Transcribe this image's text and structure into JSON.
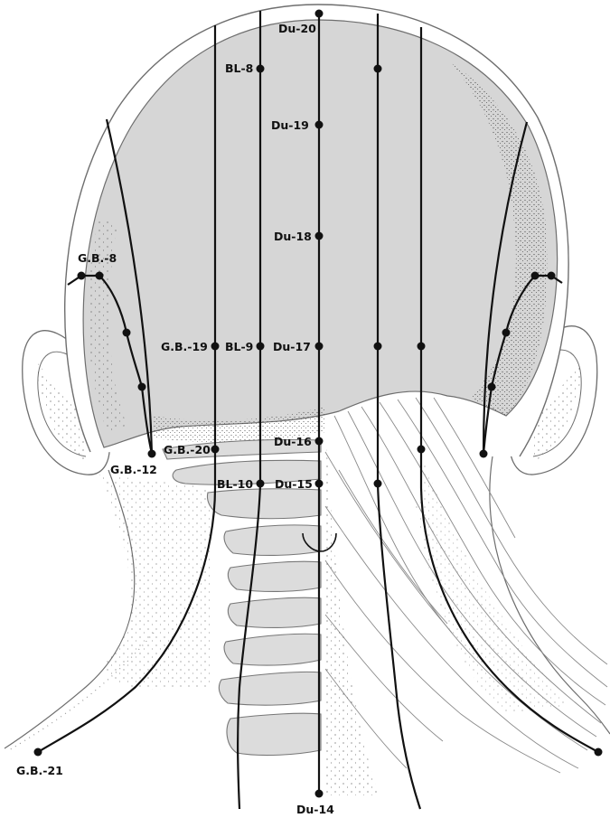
{
  "colors": {
    "skull_fill": "#d6d6d6",
    "outline": "#6e6e6e",
    "meridian": "#111111",
    "point": "#111111",
    "label": "#111111",
    "vertebra_fill": "#dcdcdc",
    "background": "#ffffff"
  },
  "points": {
    "du20": "Du-20",
    "bl8": "BL-8",
    "du19": "Du-19",
    "du18": "Du-18",
    "gb8": "G.B.-8",
    "gb19": "G.B.-19",
    "bl9": "BL-9",
    "du17": "Du-17",
    "du16": "Du-16",
    "gb20": "G.B.-20",
    "gb12": "G.B.-12",
    "bl10": "BL-10",
    "du15": "Du-15",
    "gb21": "G.B.-21",
    "du14": "Du-14"
  }
}
